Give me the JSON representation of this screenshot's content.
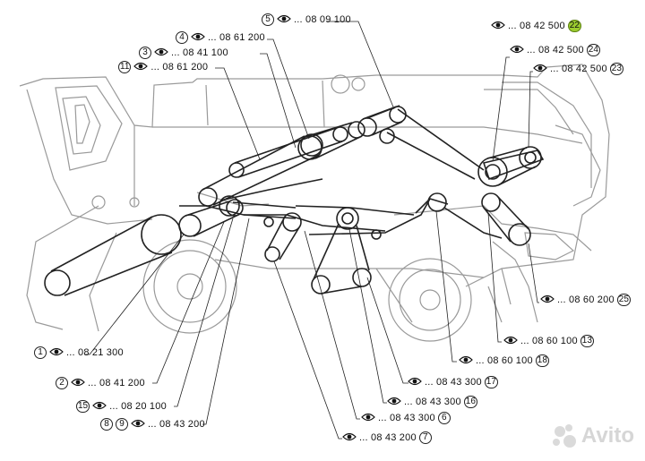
{
  "callouts": [
    {
      "num": "5",
      "ref": "... 08 09 100",
      "order": "num-first"
    },
    {
      "num": "22",
      "ref": "... 08 42 500",
      "order": "ref-first",
      "highlight": true
    },
    {
      "num": "4",
      "ref": "... 08 61 200",
      "order": "num-first"
    },
    {
      "num": "24",
      "ref": "... 08 42 500",
      "order": "ref-first"
    },
    {
      "num": "3",
      "ref": "... 08 41 100",
      "order": "num-first"
    },
    {
      "num": "23",
      "ref": "... 08 42 500",
      "order": "ref-first"
    },
    {
      "num": "11",
      "ref": "... 08 61 200",
      "order": "num-first"
    },
    {
      "num": "25",
      "ref": "... 08 60 200",
      "order": "ref-first"
    },
    {
      "num": "1",
      "ref": "... 08 21 300",
      "order": "num-first"
    },
    {
      "num": "13",
      "ref": "... 08 60 100",
      "order": "ref-first"
    },
    {
      "num": "18",
      "ref": "... 08 60 100",
      "order": "ref-first"
    },
    {
      "num": "2",
      "ref": "... 08 41 200",
      "order": "num-first"
    },
    {
      "num": "17",
      "ref": "... 08 43 300",
      "order": "ref-first"
    },
    {
      "num": "15",
      "ref": "... 08 20 100",
      "order": "num-first"
    },
    {
      "num": "16",
      "ref": "... 08 43 300",
      "order": "ref-first"
    },
    {
      "num": "8",
      "num2": "9",
      "ref": "... 08 43 200",
      "order": "num-first"
    },
    {
      "num": "6",
      "ref": "... 08 43 300",
      "order": "ref-first"
    },
    {
      "num": "7",
      "ref": "... 08 43 200",
      "order": "ref-first"
    }
  ],
  "icons": {
    "view": "eye-icon"
  },
  "colors": {
    "highlight": "#9ccc2f",
    "line": "#222222",
    "machine": "#9a9a9a"
  },
  "watermark": {
    "text": "Avito"
  }
}
